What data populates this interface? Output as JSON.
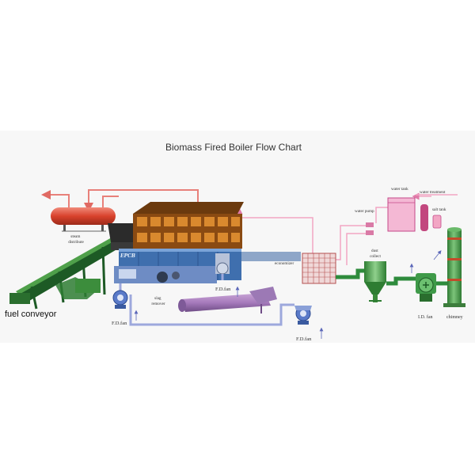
{
  "title": "Biomass Fired Boiler Flow Chart",
  "brand": "EPCB",
  "labels": {
    "steam_distributor": "steam\ndistribute",
    "economizer": "economizer",
    "water_tank": "water tank",
    "water_treatment": "water treatment",
    "salt_tank": "salt tank",
    "water_pump": "water pump",
    "dust_collector": "dust\ncollect",
    "id_fan": "I.D. fan",
    "chimney": "chimney",
    "fd_fan_center": "F.D.fan",
    "fd_fan_left": "F.D.fan",
    "fd_fan_bottom": "F.D.fan",
    "slag_remover": "slag\nremover",
    "fuel_conveyor": "fuel conveyor"
  },
  "colors": {
    "steam_pipe": "#e8807a",
    "water_pipe": "#f2a6c4",
    "air_duct": "#9da8dc",
    "flue_duct": "#2e8b3c",
    "boiler_blue": "#3f6fae",
    "boiler_brown": "#8a4a12",
    "tank_red": "#d9422c",
    "chimney_green": "#4a9a4a"
  }
}
